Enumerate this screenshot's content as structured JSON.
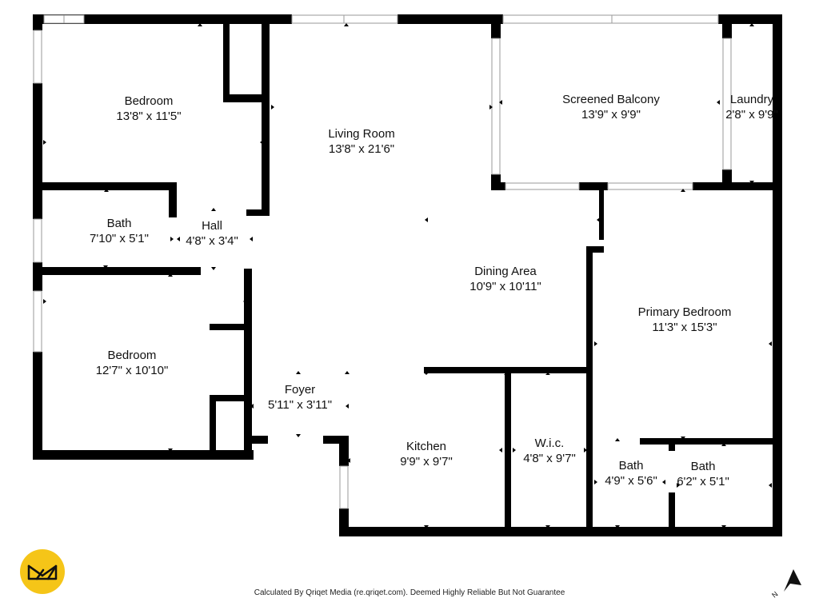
{
  "rooms": {
    "bedroom_1": {
      "name": "Bedroom",
      "size": "13'8\" x 11'5\""
    },
    "living_room": {
      "name": "Living Room",
      "size": "13'8\" x 21'6\""
    },
    "balcony": {
      "name": "Screened Balcony",
      "size": "13'9\" x 9'9\""
    },
    "laundry": {
      "name": "Laundry",
      "size": "2'8\" x 9'9\""
    },
    "bath_1": {
      "name": "Bath",
      "size": "7'10\" x 5'1\""
    },
    "hall": {
      "name": "Hall",
      "size": "4'8\" x 3'4\""
    },
    "dining": {
      "name": "Dining Area",
      "size": "10'9\" x 10'11\""
    },
    "primary_bedroom": {
      "name": "Primary Bedroom",
      "size": "11'3\" x 15'3\""
    },
    "bedroom_2": {
      "name": "Bedroom",
      "size": "12'7\" x 10'10\""
    },
    "foyer": {
      "name": "Foyer",
      "size": "5'11\" x 3'11\""
    },
    "kitchen": {
      "name": "Kitchen",
      "size": "9'9\" x 9'7\""
    },
    "wic": {
      "name": "W.i.c.",
      "size": "4'8\" x 9'7\""
    },
    "bath_2": {
      "name": "Bath",
      "size": "4'9\" x 5'6\""
    },
    "bath_3": {
      "name": "Bath",
      "size": "6'2\" x 5'1\""
    }
  },
  "footer": {
    "disclaimer": "Calculated By Qriqet Media (re.qriqet.com). Deemed Highly Reliable But Not Guarantee"
  },
  "compass": {
    "letter": "N",
    "icon": "north-arrow-icon"
  },
  "logo": {
    "icon": "qriqet-logo-icon",
    "color": "#f5c518"
  },
  "colors": {
    "wall": "#000000",
    "window": "#9a9a9a",
    "background": "#ffffff"
  }
}
